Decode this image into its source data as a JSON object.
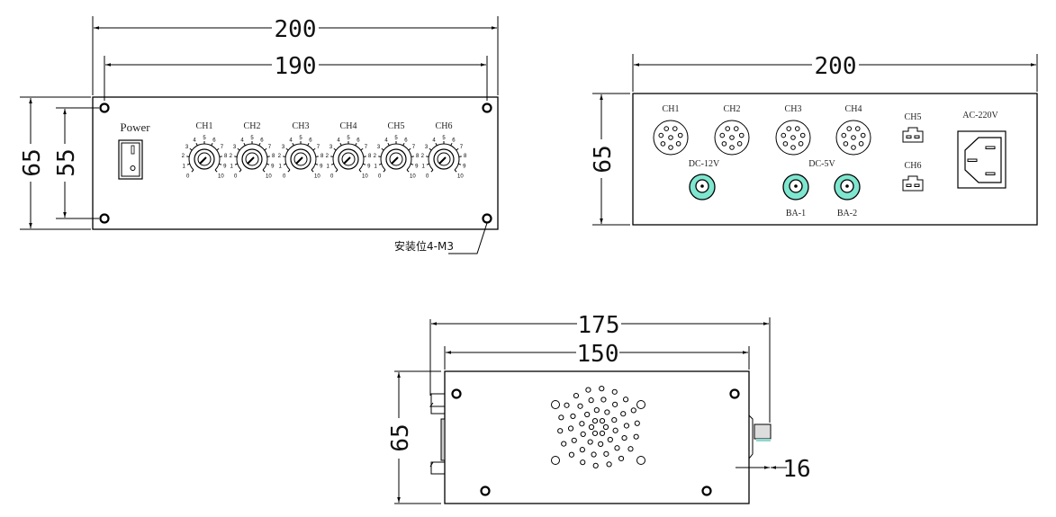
{
  "front_view": {
    "width_outer": "200",
    "width_holes": "190",
    "height_outer": "65",
    "height_holes": "55",
    "power_label": "Power",
    "channels": [
      "CH1",
      "CH2",
      "CH3",
      "CH4",
      "CH5",
      "CH6"
    ],
    "scale_ticks": [
      "0",
      "1",
      "2",
      "3",
      "4",
      "5",
      "6",
      "7",
      "8",
      "9",
      "10"
    ],
    "mount_note": "安装位4-M3"
  },
  "rear_view": {
    "width": "200",
    "height": "65",
    "round_connectors": [
      "CH1",
      "CH2",
      "CH3",
      "CH4"
    ],
    "dc12_label": "DC-12V",
    "dc5_label": "DC-5V",
    "ba1_label": "BA-1",
    "ba2_label": "BA-2",
    "ch5_label": "CH5",
    "ch6_label": "CH6",
    "ac_label": "AC-220V",
    "bnc_color": "#7fe6cf"
  },
  "side_view": {
    "overall_length": "175",
    "body_length": "150",
    "height": "65",
    "switch_protrusion": "16"
  }
}
